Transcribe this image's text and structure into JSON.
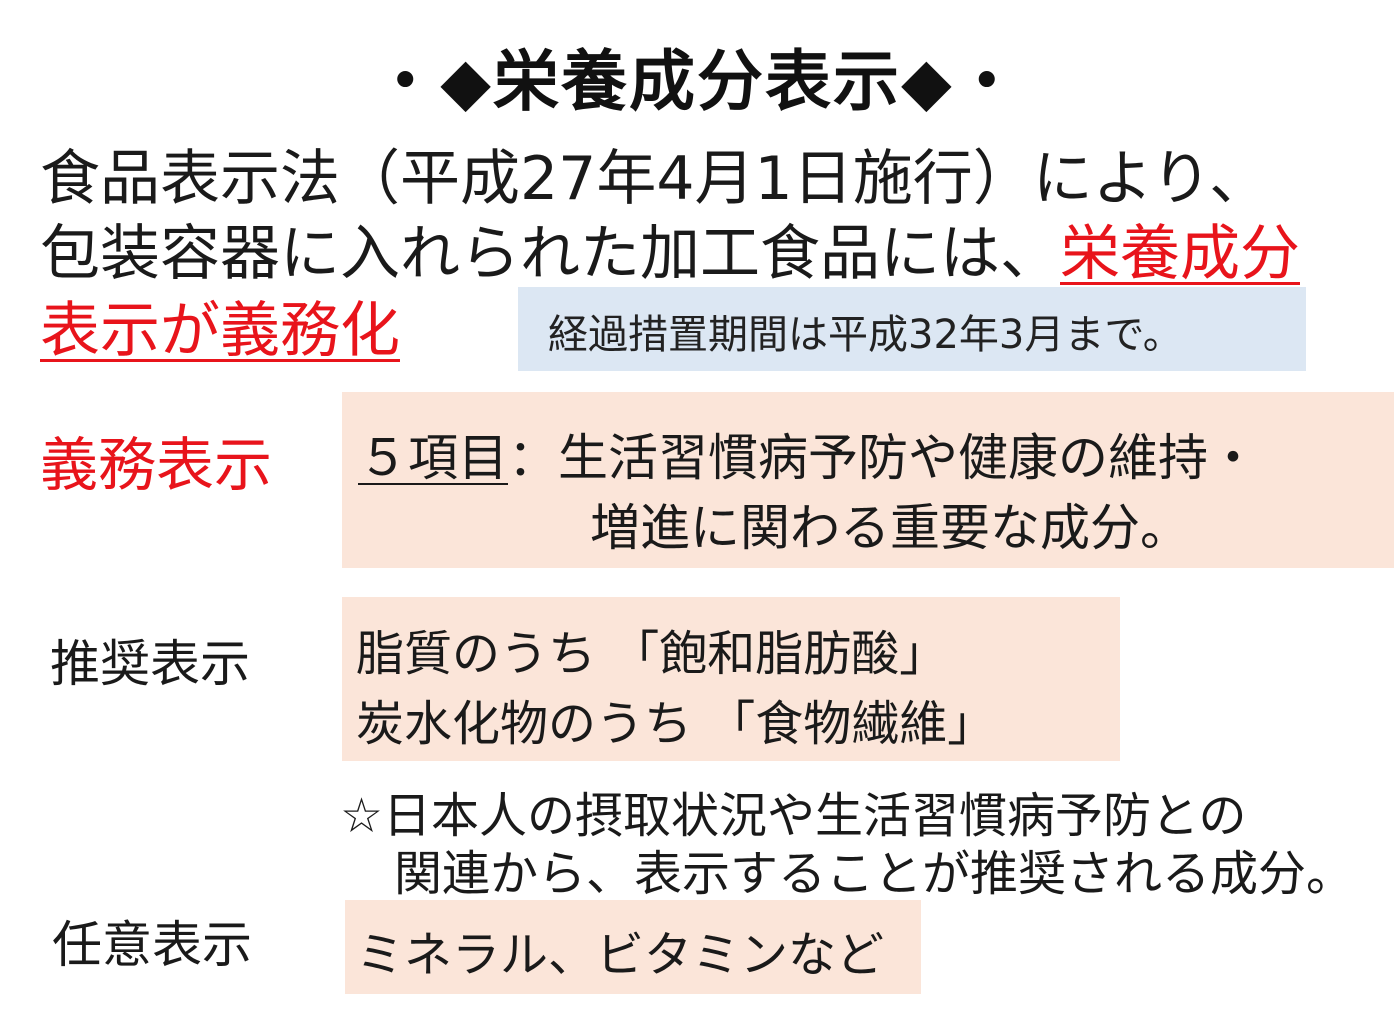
{
  "title": "・◆栄養成分表示◆・",
  "intro": {
    "line1": "食品表示法（平成27年4月1日施行）により、",
    "line2_plain": "包装容器に入れられた加工食品には、",
    "line2_red": "栄養成分",
    "line3_red": "表示が義務化"
  },
  "note": "経過措置期間は平成32年3月まで。",
  "mandatory": {
    "label": "義務表示",
    "items": "５項目",
    "colon": "：",
    "desc1": "生活習慣病予防や健康の維持・",
    "desc2": "増進に関わる重要な成分。"
  },
  "recommended": {
    "label": "推奨表示",
    "line1": "脂質のうち 「飽和脂肪酸」",
    "line2": "炭水化物のうち 「食物繊維」",
    "note1": "☆日本人の摂取状況や生活習慣病予防との",
    "note2": "関連から、表示することが推奨される成分。"
  },
  "optional": {
    "label": "任意表示",
    "text": "ミネラル、ビタミンなど"
  },
  "colors": {
    "accent_red": "#e8141b",
    "note_box": "#dce7f3",
    "pink_box": "#fbe5d9"
  }
}
